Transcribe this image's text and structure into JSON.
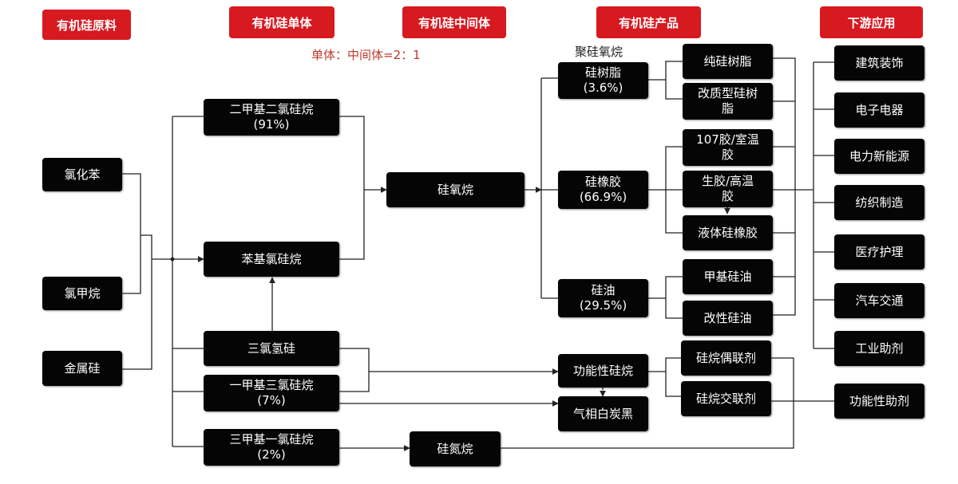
{
  "headers": {
    "raw": "有机硅原料",
    "monomer": "有机硅单体",
    "intermediate": "有机硅中间体",
    "product": "有机硅产品",
    "downstream": "下游应用"
  },
  "ratio_note": "单体：中间体=2：1",
  "siloxane_label": "聚硅氧烷",
  "raw_materials": [
    "氯化苯",
    "氯甲烷",
    "金属硅"
  ],
  "monomers": {
    "dmdcs": "二甲基二氯硅烷\n(91%)",
    "phenyl": "苯基氯硅烷",
    "tcs": "三氯氢硅",
    "mtcs": "一甲基三氯硅烷\n(7%)",
    "tmcs": "三甲基一氯硅烷\n(2%)"
  },
  "intermediate": "硅氧烷",
  "silazane": "硅氮烷",
  "products": {
    "resin": "硅树脂\n(3.6%)",
    "rubber": "硅橡胶\n(66.9%)",
    "oil": "硅油\n(29.5%)",
    "functional_silane": "功能性硅烷",
    "fumed_silica": "气相白炭黑"
  },
  "sub_products": {
    "pure_resin": "纯硅树脂",
    "modified_resin": "改质型硅树\n脂",
    "rtv": "107胶/室温\n胶",
    "htv": "生胶/高温\n胶",
    "liquid_rubber": "液体硅橡胶",
    "methyl_oil": "甲基硅油",
    "modified_oil": "改性硅油",
    "coupling_agent": "硅烷偶联剂",
    "crosslinker": "硅烷交联剂"
  },
  "downstream": [
    "建筑装饰",
    "电子电器",
    "电力新能源",
    "纺织制造",
    "医疗护理",
    "汽车交通",
    "工业助剂",
    "功能性助剂"
  ]
}
